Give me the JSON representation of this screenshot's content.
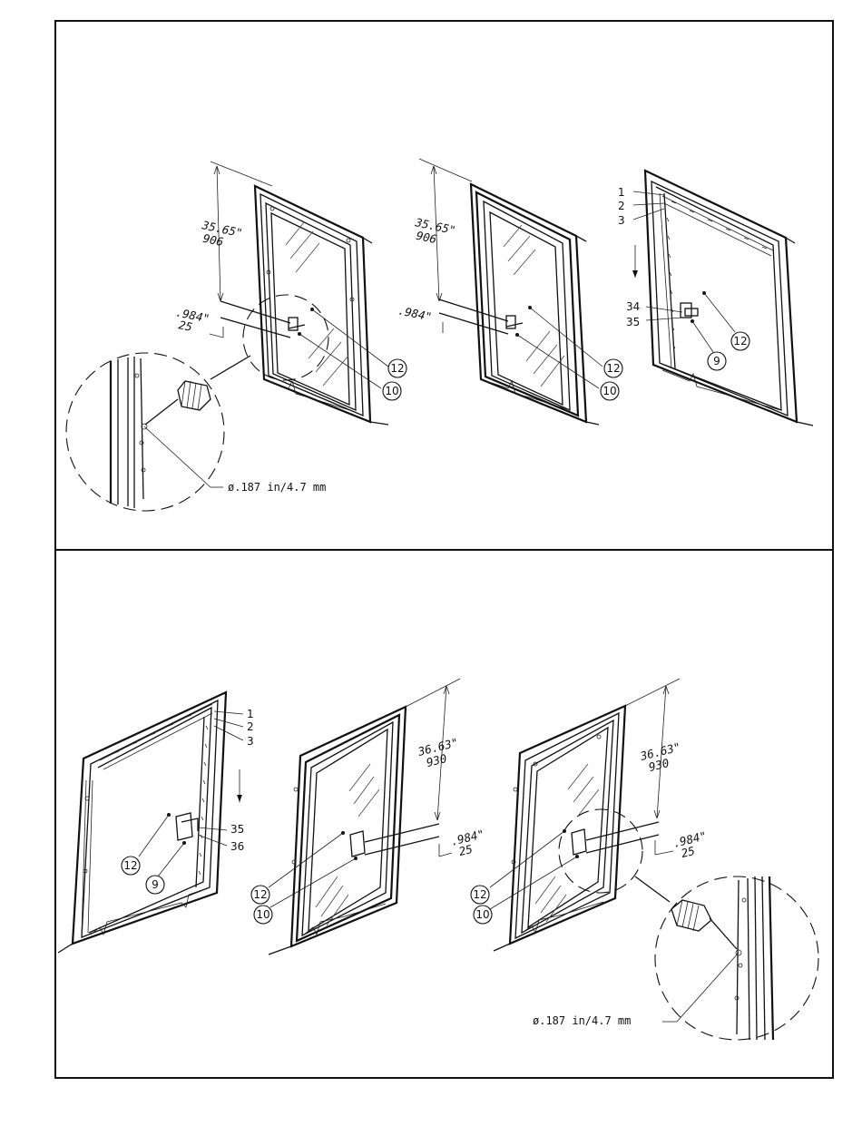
{
  "callouts": {
    "p1_12": "12",
    "p1_10": "10",
    "p2_12": "12",
    "p2_10": "10",
    "p3_1": "1",
    "p3_2": "2",
    "p3_3": "3",
    "p3_34": "34",
    "p3_35": "35",
    "p3_9": "9",
    "p3_12": "12",
    "p4_1": "1",
    "p4_2": "2",
    "p4_3": "3",
    "p4_35": "35",
    "p4_36": "36",
    "p4_12": "12",
    "p4_9": "9",
    "p5_12": "12",
    "p5_10": "10",
    "p6_12": "12",
    "p6_10": "10"
  },
  "dimensions": {
    "top_height_in": "35.65\"",
    "top_height_mm": "906",
    "top_offset_in": ".984\"",
    "top_offset_mm": "25",
    "bottom_height_in": "36.63\"",
    "bottom_height_mm": "930",
    "bottom_offset_in": ".984\"",
    "bottom_offset_mm": "25"
  },
  "drill_note": "ø.187 in/4.7 mm"
}
